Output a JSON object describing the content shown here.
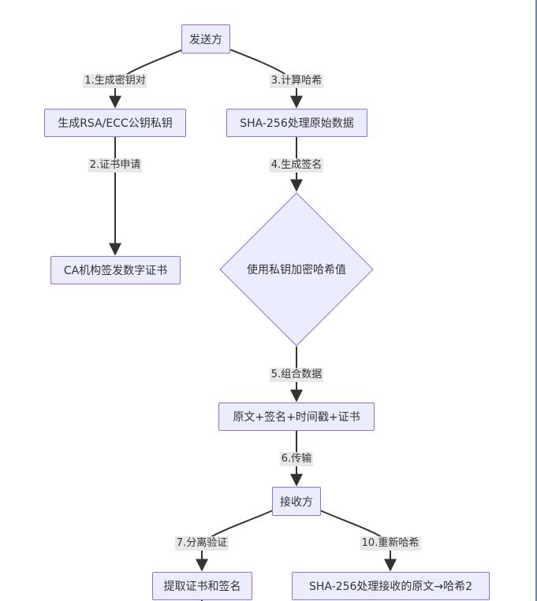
{
  "diagram": {
    "nodes": {
      "sender": "发送方",
      "gen_keys": "生成RSA/ECC公钥私钥",
      "sha_raw": "SHA-256处理原始数据",
      "ca_sign": "CA机构签发数字证书",
      "encrypt_hash": "使用私钥加密哈希值",
      "bundle": "原文+签名+时间戳+证书",
      "receiver": "接收方",
      "extract": "提取证书和签名",
      "sha_recv": "SHA-256处理接收的原文→哈希2"
    },
    "edges": {
      "e1": "1.生成密钥对",
      "e2": "2.证书申请",
      "e3": "3.计算哈希",
      "e4": "4.生成签名",
      "e5": "5.组合数据",
      "e6": "6.传输",
      "e7": "7.分离验证",
      "e10": "10.重新哈希"
    },
    "colors": {
      "node_fill": "#ECECFF",
      "node_stroke": "#9370DB",
      "edge": "#333333",
      "label_bg": "#e8e8e8"
    }
  }
}
